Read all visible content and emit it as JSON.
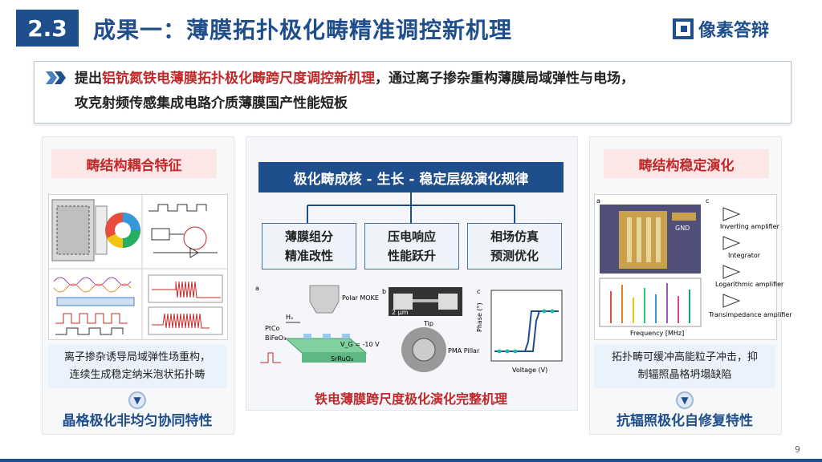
{
  "header": {
    "slide_number": "2.3",
    "title": "成果一：薄膜拓扑极化畴精准调控新机理",
    "logo_text": "像素答辩"
  },
  "summary": {
    "arrow_icon": "double-chevron-right",
    "line1_pre": "提出",
    "line1_highlight": "铝钪氮铁电薄膜拓扑极化畴跨尺度调控新机理",
    "line1_post": "，通过离子掺杂重构薄膜局域弹性与电场，",
    "line2": "攻克射频传感集成电路介质薄膜国产性能短板"
  },
  "left_panel": {
    "title": "畴结构耦合特征",
    "caption_line1": "离子掺杂诱导局域弹性场重构，",
    "caption_line2": "连续生成稳定纳米泡状拓扑畴",
    "bottom_label": "晶格极化非均匀协同特性"
  },
  "center_panel": {
    "heading": "极化畴成核 - 生长 - 稳定层级演化规律",
    "boxes": [
      {
        "line1": "薄膜组分",
        "line2": "精准改性"
      },
      {
        "line1": "压电响应",
        "line2": "性能跃升"
      },
      {
        "line1": "相场仿真",
        "line2": "预测优化"
      }
    ],
    "figure_labels": {
      "a": "a",
      "b": "b",
      "c": "c",
      "polar_moke": "Polar MOKE",
      "ptco": "PtCo",
      "bifeo3": "BiFeO₃",
      "srruo3": "SrRuO₃",
      "hx": "Hₓ",
      "vg": "V_G = -10 V",
      "tip": "Tip",
      "pma": "PMA Pillar",
      "scale": "2 μm",
      "phase": "Phase (°)",
      "voltage": "Voltage (V)"
    },
    "caption": "铁电薄膜跨尺度极化演化完整机理"
  },
  "right_panel": {
    "title": "畴结构稳定演化",
    "caption_line1": "拓扑畴可缓冲高能粒子冲击，抑",
    "caption_line2": "制辐照晶格坍塌缺陷",
    "bottom_label": "抗辐照极化自修复特性",
    "figure_labels": {
      "a": "a",
      "c": "c",
      "gnd": "GND",
      "inverting": "Inverting amplifier",
      "integrator": "Integrator",
      "log": "Logarithmic amplifier",
      "transimpedance": "Transimpedance amplifier",
      "frequency": "Frequency [MHz]"
    }
  },
  "footer": {
    "page_number": "9"
  },
  "colors": {
    "primary": "#1f4e8c",
    "accent_red": "#c0282a",
    "pink_bg": "#fde7e6",
    "light_blue_bg": "#eaf2fb"
  }
}
